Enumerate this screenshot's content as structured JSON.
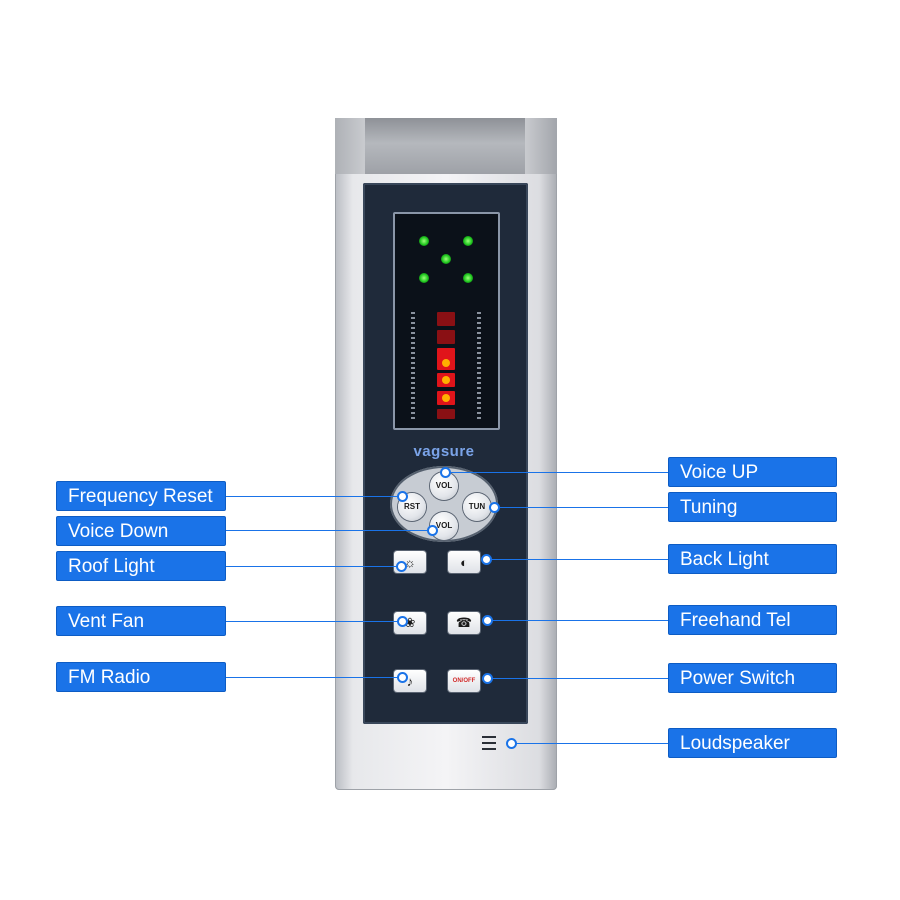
{
  "brand": "vagsure",
  "controls": {
    "rst": "RST",
    "tun": "TUN",
    "vol_up": "VOL",
    "vol_down": "VOL",
    "on_off": "ON/OFF"
  },
  "labels": {
    "frequency_reset": "Frequency Reset",
    "voice_down": "Voice Down",
    "roof_light": "Roof Light",
    "vent_fan": "Vent Fan",
    "fm_radio": "FM Radio",
    "voice_up": "Voice UP",
    "tuning": "Tuning",
    "back_light": "Back Light",
    "freehand_tel": "Freehand Tel",
    "power_switch": "Power Switch",
    "loudspeaker": "Loudspeaker"
  },
  "icons": {
    "roof_light": "bulb-icon",
    "back_light": "headlight-icon",
    "vent_fan": "fan-icon",
    "freehand_tel": "telephone-icon",
    "fm_radio": "radio-icon",
    "power_switch": "power-icon",
    "loudspeaker": "speaker-grille-icon"
  },
  "colors": {
    "label_bg": "#1a73e8",
    "label_text": "#ffffff",
    "panel": "#1f2a3a",
    "led_green": "#1ec51e",
    "led_red": "#e0141a"
  }
}
